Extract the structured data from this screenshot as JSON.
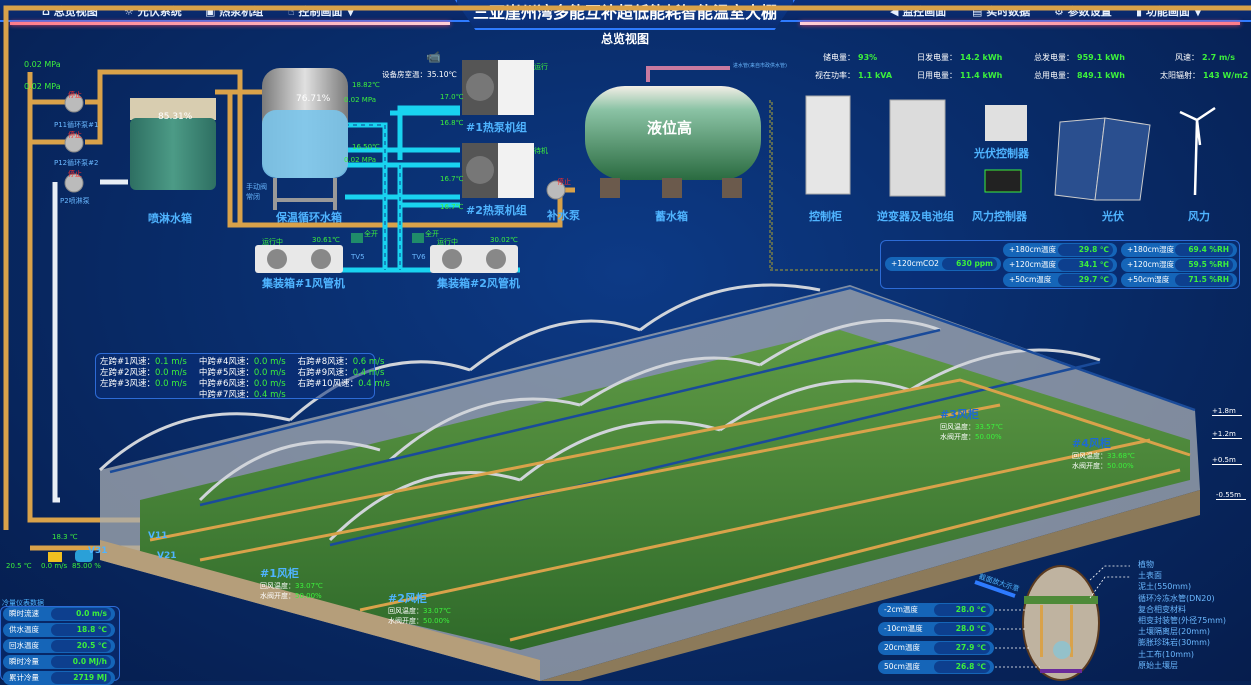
{
  "nav": {
    "left": [
      {
        "icon": "home-icon",
        "label": "总览视图"
      },
      {
        "icon": "solar-icon",
        "label": "光伏系统"
      },
      {
        "icon": "heatpump-icon",
        "label": "热泵机组"
      },
      {
        "icon": "control-icon",
        "label": "控制画面 ▼"
      }
    ],
    "right": [
      {
        "icon": "monitor-icon",
        "label": "监控画面"
      },
      {
        "icon": "data-icon",
        "label": "实时数据"
      },
      {
        "icon": "gear-icon",
        "label": "参数设置"
      },
      {
        "icon": "function-icon",
        "label": "功能画面 ▼"
      }
    ],
    "title": "三亚崖州湾多能互补超低能耗智能温室大棚",
    "subtitle": "总览视图"
  },
  "stats": [
    {
      "label": "储电量：",
      "value": "93%"
    },
    {
      "label": "视在功率：",
      "value": "1.1   kVA"
    },
    {
      "label": "日发电量：",
      "value": "14.2  kWh"
    },
    {
      "label": "日用电量：",
      "value": "11.4  kWh"
    },
    {
      "label": "总发电量：",
      "value": "959.1  kWh"
    },
    {
      "label": "总用电量：",
      "value": "849.1  kWh"
    },
    {
      "label": "风速：",
      "value": "2.7   m/s"
    },
    {
      "label": "太阳辐射：",
      "value": "143   W/m2"
    }
  ],
  "water": {
    "pressure1": "0.02   MPa",
    "pressure2": "0.02   MPa",
    "pump_p11": "P11循环泵#1",
    "pump_p12": "P12循环泵#2",
    "pump_p2": "P2喷淋泵",
    "stop": "停止",
    "spray_level": "85.31%",
    "spray_tank": "喷淋水箱",
    "insul_level": "76.71%",
    "insul_tank": "保温循环水箱",
    "manual_valve": "手动阀 常闭",
    "t1": "18.82℃",
    "p3": "0.02   MPa",
    "t2": "16.50℃",
    "p4": "0.02   MPa",
    "room_temp": "设备房室温：35.10℃",
    "hp1_in": "17.0℃",
    "hp1_out": "16.8℃",
    "hp1_status": "运行",
    "hp1": "#1热泵机组",
    "hp2_in": "16.7℃",
    "hp2_out": "16.7℃",
    "hp2_status": "待机",
    "hp2": "#2热泵机组",
    "makeup_pump": "补水泵",
    "level": "液位高",
    "storage": "蓄水箱",
    "inlet": "进水管(来自市政供水管)",
    "fcu1_status": "运行中",
    "fcu1_temp": "30.61℃",
    "fcu1": "集装箱#1风管机",
    "fcu2_status": "运行中",
    "fcu2_temp": "30.02℃",
    "fcu2": "集装箱#2风管机",
    "tv5": "TV5",
    "tv6": "TV6",
    "open": "全开"
  },
  "power": {
    "cabinet": "控制柜",
    "inverter": "逆变器及电池组",
    "pv_ctrl": "光伏控制器",
    "wind_ctrl": "风力控制器",
    "pv": "光伏",
    "wind": "风力"
  },
  "sensors": {
    "co2": {
      "label": "+120cmCO2",
      "value": "630    ppm"
    },
    "temps": [
      {
        "label": "+180cm温度",
        "value": "29.8    ℃"
      },
      {
        "label": "+120cm温度",
        "value": "34.1    ℃"
      },
      {
        "label": "+50cm温度",
        "value": "29.7    ℃"
      }
    ],
    "hums": [
      {
        "label": "+180cm湿度",
        "value": "69.4    %RH"
      },
      {
        "label": "+120cm湿度",
        "value": "59.5    %RH"
      },
      {
        "label": "+50cm湿度",
        "value": "71.5    %RH"
      }
    ]
  },
  "wind_speeds": [
    [
      {
        "label": "左跨#1风速：",
        "value": "0.1    m/s"
      },
      {
        "label": "左跨#2风速：",
        "value": "0.0    m/s"
      },
      {
        "label": "左跨#3风速：",
        "value": "0.0    m/s"
      }
    ],
    [
      {
        "label": "中跨#4风速：",
        "value": "0.0    m/s"
      },
      {
        "label": "中跨#5风速：",
        "value": "0.0    m/s"
      },
      {
        "label": "中跨#6风速：",
        "value": "0.0    m/s"
      },
      {
        "label": "中跨#7风速：",
        "value": "0.4    m/s"
      }
    ],
    [
      {
        "label": "右跨#8风速：",
        "value": "0.6    m/s"
      },
      {
        "label": "右跨#9风速：",
        "value": "0.4    m/s"
      },
      {
        "label": "右跨#10风速：",
        "value": "0.4    m/s"
      }
    ]
  ],
  "fan_cabinets": [
    {
      "name": "#1风柜",
      "ret_label": "回风温度：",
      "ret": "33.07℃",
      "valve_label": "水阀开度：",
      "valve": "50.00%"
    },
    {
      "name": "#2风柜",
      "ret_label": "回风温度：",
      "ret": "33.07℃",
      "valve_label": "水阀开度：",
      "valve": "50.00%"
    },
    {
      "name": "#3风柜",
      "ret_label": "回风温度：",
      "ret": "33.57℃",
      "valve_label": "水阀开度：",
      "valve": "50.00%"
    },
    {
      "name": "#4风柜",
      "ret_label": "回风温度：",
      "ret": "33.68℃",
      "valve_label": "水阀开度：",
      "valve": "50.00%"
    }
  ],
  "heights": [
    "+1.8m",
    "+1.2m",
    "+0.5m",
    "-0.55m"
  ],
  "loop": {
    "supply": "18.3  ℃",
    "return": "20.5  ℃",
    "flow": "0.0    m/s",
    "valve_open": "85.00   %",
    "v31": "V31",
    "v11": "V11",
    "v21": "V21"
  },
  "meter": {
    "title": "冷量仪表数据",
    "rows": [
      {
        "label": "瞬时流速",
        "value": "0.0    m/s"
      },
      {
        "label": "供水温度",
        "value": "18.8    ℃"
      },
      {
        "label": "回水温度",
        "value": "20.5    ℃"
      },
      {
        "label": "瞬时冷量",
        "value": "0.0    MJ/h"
      },
      {
        "label": "累计冷量",
        "value": "2719    MJ"
      }
    ]
  },
  "soil": {
    "section": "截面放大示意",
    "temps": [
      {
        "label": "-2cm温度",
        "value": "28.0    ℃"
      },
      {
        "label": "-10cm温度",
        "value": "28.0    ℃"
      },
      {
        "label": "20cm温度",
        "value": "27.9    ℃"
      },
      {
        "label": "50cm温度",
        "value": "26.8    ℃"
      }
    ],
    "legend": [
      "植物",
      "土表面",
      "泥土(550mm)",
      "循环冷冻水管(DN20)",
      "复合相变材料",
      "相变封装管(外径75mm)",
      "土壤隔离层(20mm)",
      "膨胀珍珠岩(30mm)",
      "土工布(10mm)",
      "原始土壤层"
    ]
  },
  "colors": {
    "pipe": "#d9a24a",
    "cold": "#19d3f0",
    "value": "#3cf03c",
    "label": "#4fb4ff",
    "alert": "#ff2a2a"
  }
}
